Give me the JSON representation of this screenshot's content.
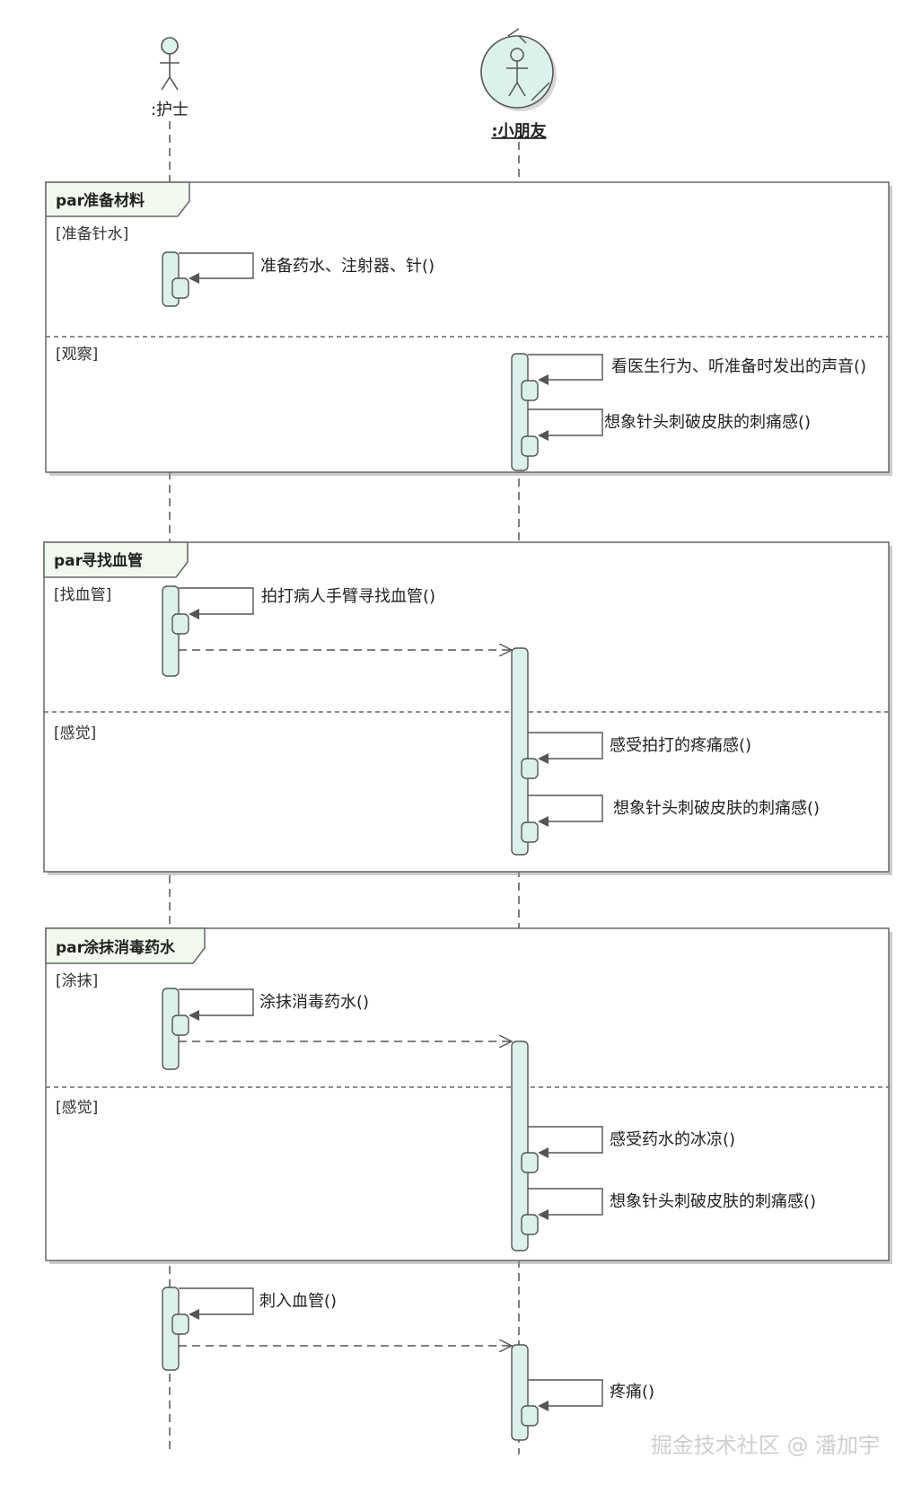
{
  "actors": {
    "nurse": {
      "name": ":护士"
    },
    "child": {
      "name": ":小朋友"
    }
  },
  "fragments": [
    {
      "operator": "par",
      "title": "准备材料",
      "sections": [
        {
          "guard": "[准备针水]",
          "messages": [
            "准备药水、注射器、针()"
          ]
        },
        {
          "guard": "[观察]",
          "messages": [
            "看医生行为、听准备时发出的声音()",
            "想象针头刺破皮肤的刺痛感()"
          ]
        }
      ]
    },
    {
      "operator": "par",
      "title": "寻找血管",
      "sections": [
        {
          "guard": "[找血管]",
          "messages": [
            "拍打病人手臂寻找血管()"
          ]
        },
        {
          "guard": "[感觉]",
          "messages": [
            "感受拍打的疼痛感()",
            "想象针头刺破皮肤的刺痛感()"
          ]
        }
      ]
    },
    {
      "operator": "par",
      "title": "涂抹消毒药水",
      "sections": [
        {
          "guard": "[涂抹]",
          "messages": [
            "涂抹消毒药水()"
          ]
        },
        {
          "guard": "[感觉]",
          "messages": [
            "感受药水的冰凉()",
            "想象针头刺破皮肤的刺痛感()"
          ]
        }
      ]
    }
  ],
  "final": {
    "nurse_message": "刺入血管()",
    "child_message": "疼痛()"
  },
  "watermark": "掘金技术社区 @ 潘加宇",
  "colors": {
    "activation_fill": "#dcf0ec",
    "fragment_tab_fill": "#f1f8ec",
    "line": "#555555"
  }
}
